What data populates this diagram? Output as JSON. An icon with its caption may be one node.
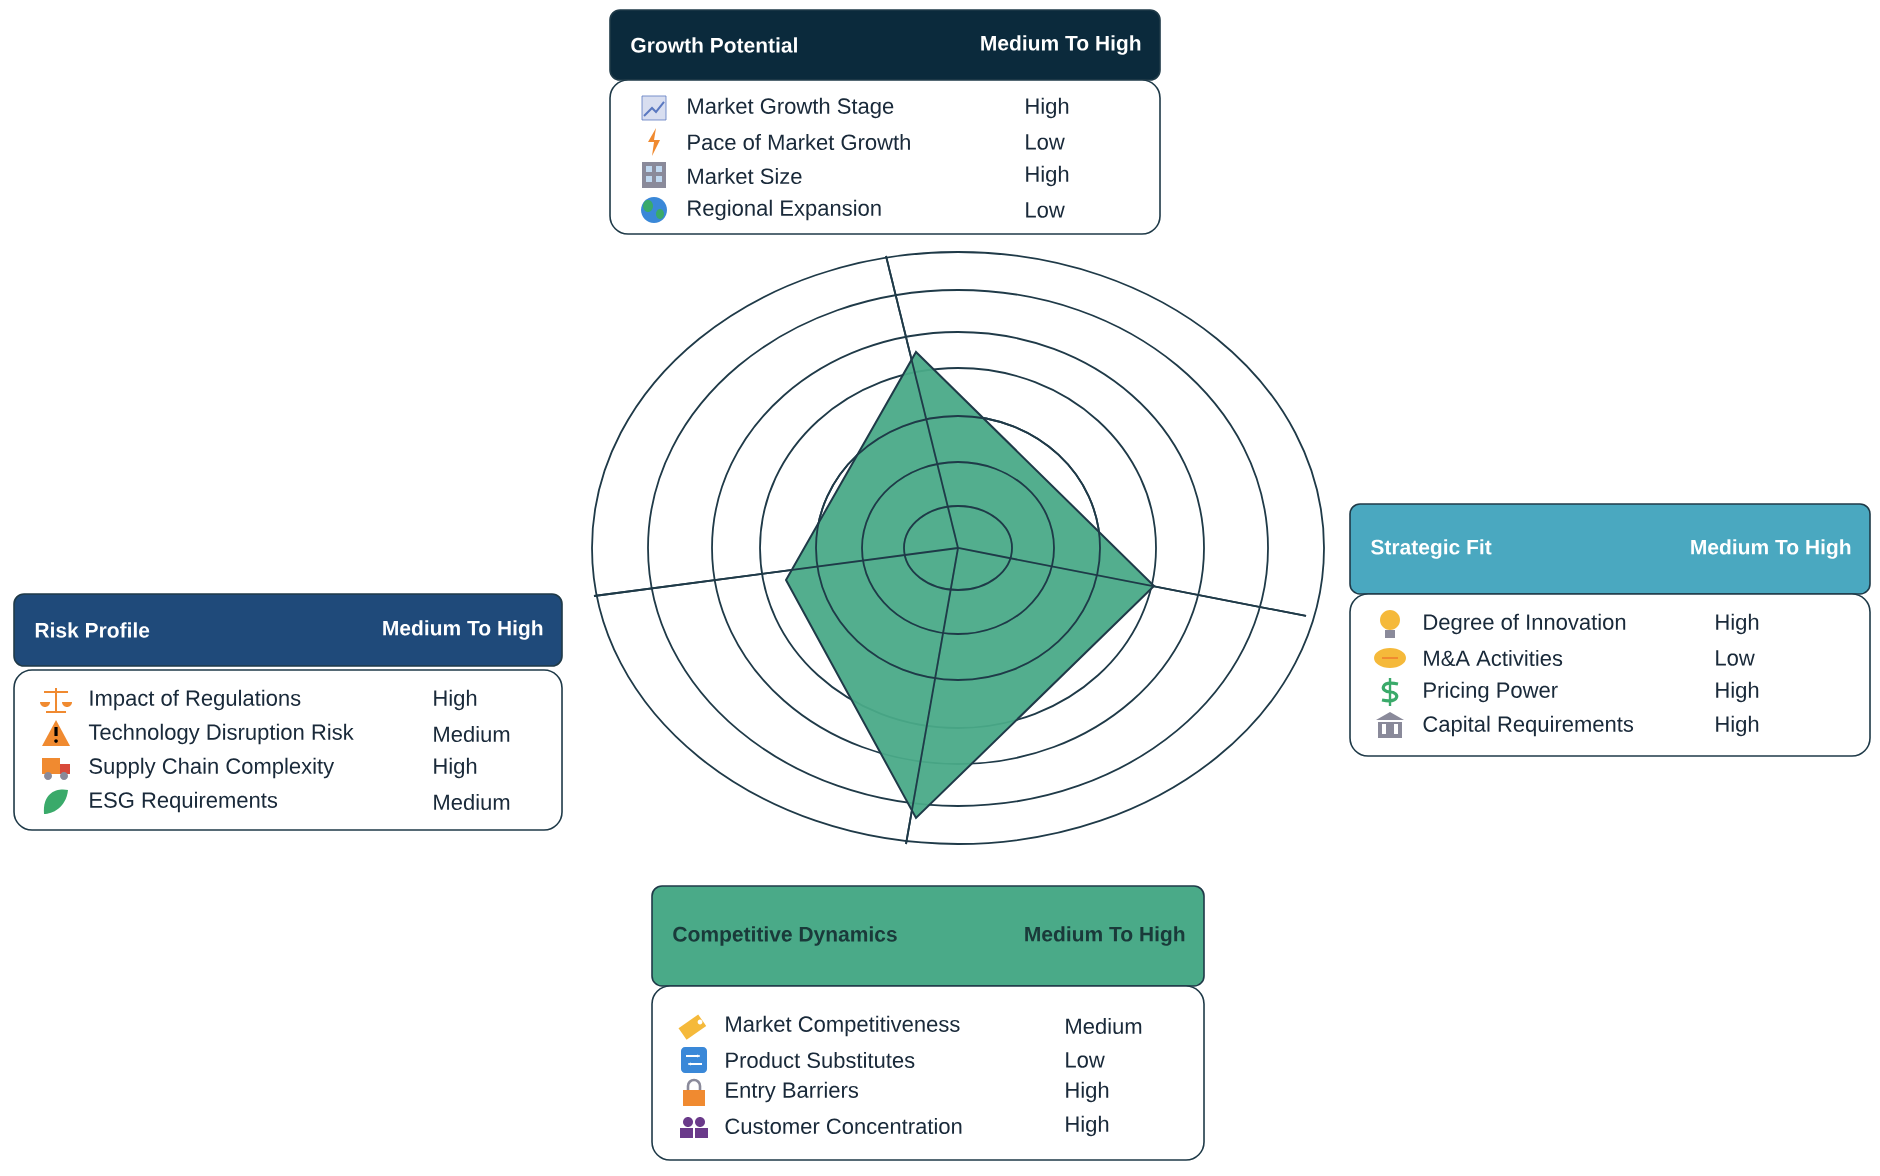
{
  "diagram": {
    "nodes": [
      {
        "text": [
          "Growth Potential",
          "Medium To High"
        ]
      },
      {
        "text": [
          "Market Growth Stage",
          "High",
          "Pace of Market Growth",
          "Low",
          "Market Size",
          "High",
          "Regional Expansion",
          "Low"
        ]
      },
      {
        "text": [
          "Strategic Fit",
          "Medium To High"
        ]
      },
      {
        "text": [
          "Degree of Innovation",
          "High",
          "M&A Activities",
          "Low",
          "Pricing Power",
          "High",
          "Capital Requirements",
          "High"
        ]
      },
      {
        "text": [
          "Risk Profile",
          "Medium To High"
        ]
      },
      {
        "text": [
          "Impact of Regulations",
          "High",
          "Technology Disruption Risk",
          "Medium",
          "Supply Chain Complexity",
          "High",
          "ESG Requirements",
          "Medium"
        ]
      },
      {
        "text": [
          "Competitive Dynamics",
          "Medium To High"
        ]
      },
      {
        "text": [
          "Market Competitiveness",
          "Medium",
          "Product Substitutes",
          "Low",
          "Entry Barriers",
          "High",
          "Customer Concentration",
          "High"
        ]
      }
    ]
  }
}
